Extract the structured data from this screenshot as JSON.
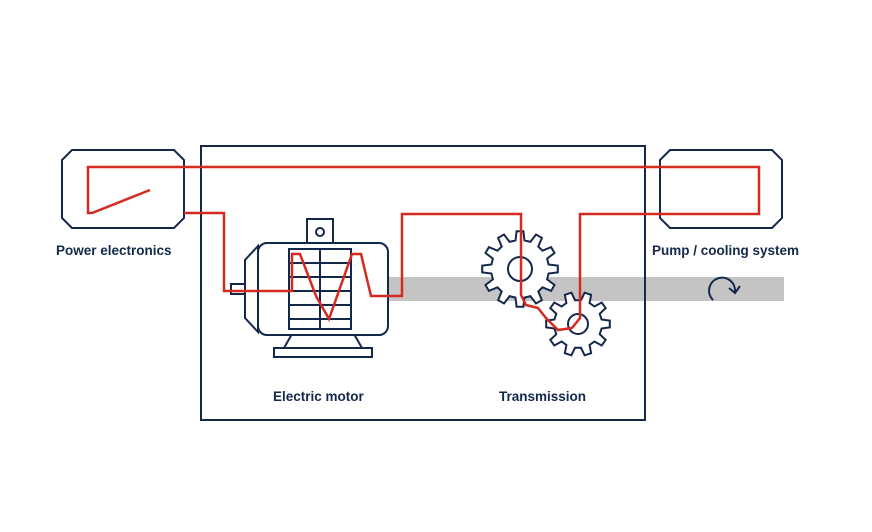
{
  "labels": {
    "power_electronics": "Power electronics",
    "pump_cooling": "Pump / cooling system",
    "electric_motor": "Electric motor",
    "transmission": "Transmission"
  },
  "colors": {
    "outline": "#14284b",
    "coolant_line": "#d42a20",
    "shaft": "#c4c4c4",
    "background": "#ffffff"
  },
  "icons": {
    "motor": "electric-motor-icon",
    "gears": "gear-icon",
    "rotation": "rotation-arrow-icon"
  }
}
